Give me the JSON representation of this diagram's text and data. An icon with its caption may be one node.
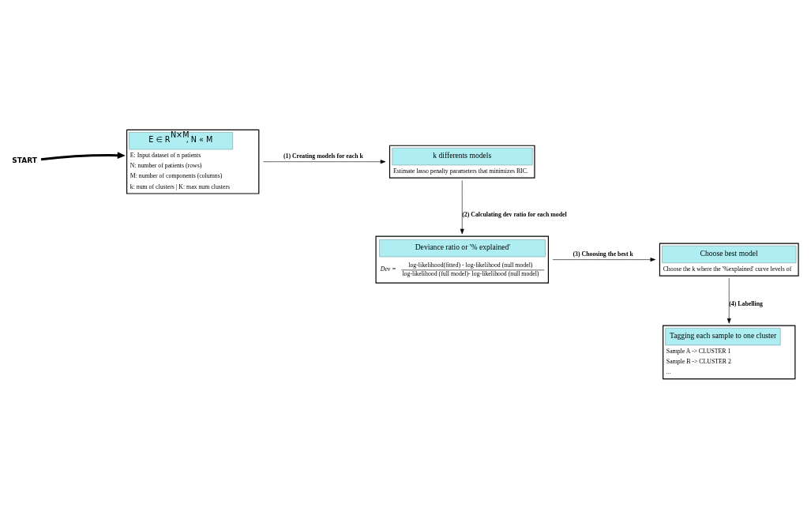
{
  "diagram": {
    "nodes": [
      {
        "text": [
          "START"
        ]
      },
      {
        "text": [
          "E ∈ R$^{N×M}$, N « M",
          "E: Input dataset of n patients",
          "N: number of patients (rows)",
          "M: number of components (columns)",
          "k: num of clusters | K: max num clusters"
        ]
      },
      {
        "text": [
          "k differents models",
          "Estimate lasso penalty parameters that minimizes BIC."
        ]
      },
      {
        "text": [
          "Deviance ratio or '% explained'",
          "Dev =",
          "log-likelihood(fitted) - log-likelihood (null model)",
          "log-likelihood (full model)- log-likelihood (null model)"
        ]
      },
      {
        "text": [
          "Choose best model",
          "Choose the k where the '%explained' curve levels of"
        ]
      },
      {
        "text": [
          "Tagging each sample to one cluster",
          "Sample A -> CLUSTER 1",
          "Sample B -> CLUSTER 2",
          "..."
        ]
      }
    ],
    "edges": [
      {
        "from": 0,
        "to": 1,
        "arrow": "to",
        "style": "thick"
      },
      {
        "from": 1,
        "to": 2,
        "arrow": "to",
        "label": "(1) Creating models for each k"
      },
      {
        "from": 2,
        "to": 3,
        "arrow": "to",
        "label": "(2) Calculating dev ratio for each model"
      },
      {
        "from": 3,
        "to": 4,
        "arrow": "to",
        "label": "(3) Choosing the best k"
      },
      {
        "from": 4,
        "to": 5,
        "arrow": "to",
        "label": "(4) Labelling"
      }
    ]
  }
}
